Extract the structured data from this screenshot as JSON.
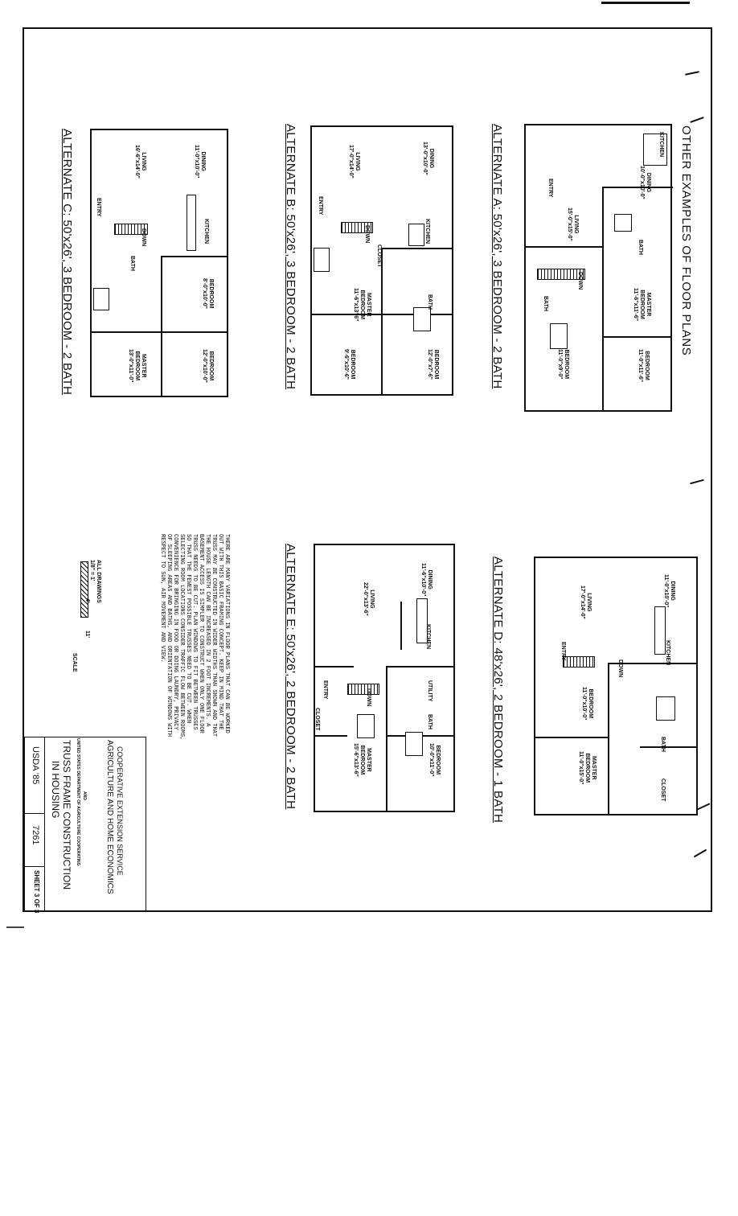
{
  "header": {
    "title": "OTHER EXAMPLES OF FLOOR PLANS"
  },
  "plans": {
    "a": {
      "title": "ALTERNATE  A: 50'x26',  3 BEDROOM - 2 BATH",
      "rooms": {
        "kitchen": "KITCHEN",
        "dining": "DINING\n10'-0\"x10'-0\"",
        "entry": "ENTRY",
        "living": "LIVING\n15'-0\"x15'-0\"",
        "bath1": "BATH",
        "master": "MASTER\nBEDROOM\n11'-6\"x11'-6\"",
        "bath2": "BATH",
        "bedroom1": "BEDROOM\n11'-0\"x11'-6\"",
        "bedroom2": "BEDROOM\n11'-0\"x9'-0\"",
        "down": "DOWN"
      }
    },
    "b": {
      "title": "ALTERNATE  B: 50'x26',  3 BEDROOM - 2 BATH",
      "rooms": {
        "dining": "DINING\n13'-0\"x10'-0\"",
        "kitchen": "KITCHEN",
        "living": "LIVING\n17'-0\"x14'-0\"",
        "entry": "ENTRY",
        "closet": "CLOSET",
        "bath": "BATH",
        "master": "MASTER\nBEDROOM\n11'-6\"x13'-6\"",
        "bedroom1": "BEDROOM\n12'-0\"x7'-6\"",
        "bedroom2": "BEDROOM\n9'-6\"x10'-6\"",
        "down": "DOWN"
      }
    },
    "c": {
      "title": "ALTERNATE  C: 50'x26',  3 BEDROOM - 2 BATH",
      "rooms": {
        "dining": "DINING\n11'-0\"x10'-0\"",
        "living": "LIVING\n16'-6\"x14'-0\"",
        "kitchen": "KITCHEN",
        "entry": "ENTRY",
        "bath": "BATH",
        "bedroom1": "BEDROOM\n8'-0\"x10'-0\"",
        "bedroom2": "BEDROOM\n12'-0\"x10'-0\"",
        "master": "MASTER\nBEDROOM\n13'-0\"x11'-0\"",
        "down": "DOWN"
      }
    },
    "d": {
      "title": "ALTERNATE  D: 48'x26',  2 BEDROOM - 1 BATH",
      "rooms": {
        "dining": "DINING\n11'-0\"x10'-0\"",
        "kitchen": "KITCHEN",
        "living": "LIVING\n17'-0\"x14'-0\"",
        "entry": "ENTRY",
        "bedroom": "BEDROOM\n11'-0\"x10'-0\"",
        "bath": "BATH",
        "master": "MASTER\nBEDROOM\n11'-0\"x15'-0\"",
        "closet": "CLOSET",
        "down": "DOWN"
      }
    },
    "e": {
      "title": "ALTERNATE  E: 50'x26',  2 BEDROOM - 2 BATH",
      "rooms": {
        "dining": "DINING\n11'-6\"x10'-0\"",
        "kitchen": "KITCHEN",
        "living": "LIVING\n22'-0\"x13'-6\"",
        "utility": "UTILITY",
        "bath": "BATH",
        "bedroom": "BEDROOM\n10'-0\"x11'-0\"",
        "entry": "ENTRY",
        "closet": "CLOSET",
        "master": "MASTER\nBEDROOM\n15'-6\"x13'-6\"",
        "down": "DOWN"
      }
    }
  },
  "notes": "THERE ARE MANY VARIATIONS IN FLOOR PLANS THAT CAN BE WORKED\nOUT WITH THIS BASIC FRAMING CONCEPT. KEEP IN MIND THAT THE\nTRUSS MAY BE CONSTRUCTED IN WIDER WIDTHS THAN SHOWN AND THAT\nTHE HOUSE LENGTH CAN BE INCREASED IN 2 FOOT INCREMENTS. A\nBASEMENT ACCESS IS SIMPLER TO CONSTRUCT WHEN ONLY ONE FLOOR\nTRUSS NEEDS TO BE CUT. PLAN WINDOWS TO FIT BETWEEN TRUSSES\nSO THAT THE FEWEST POSSIBLE TRUSSES NEED TO BE CUT. WHEN\nSELECTING ROOM LOCATIONS CONSIDER TRAFFIC FLOW BETWEEN ROOMS,\nCONVENIENCE FOR BRINGING IN FOOD OR DOING LAUNDRY, PRIVACY\nOF SLEEPING AREAS AND BATHS, AND ORIENTATION OF WINDOWS WITH\nRESPECT TO SUN, AIR MOVEMENT AND VIEW.",
  "scale": {
    "label": "ALL DRAWINGS",
    "value": "1/8\" = 1'",
    "zero": "0",
    "four": "4'",
    "eleven": "11'",
    "word": "SCALE"
  },
  "titleblock": {
    "service1": "COOPERATIVE EXTENSION SERVICE",
    "service2": "AGRICULTURE AND HOME ECONOMICS",
    "dept": "UNITED STATES DEPARTMENT OF AGRICULTURE COOPERATING",
    "dept_and": "AND",
    "project": "TRUSS FRAME CONSTRUCTION",
    "project2": "IN HOUSING",
    "usda": "USDA '85",
    "number": "7261",
    "sheet": "SHEET 3 OF 3"
  }
}
